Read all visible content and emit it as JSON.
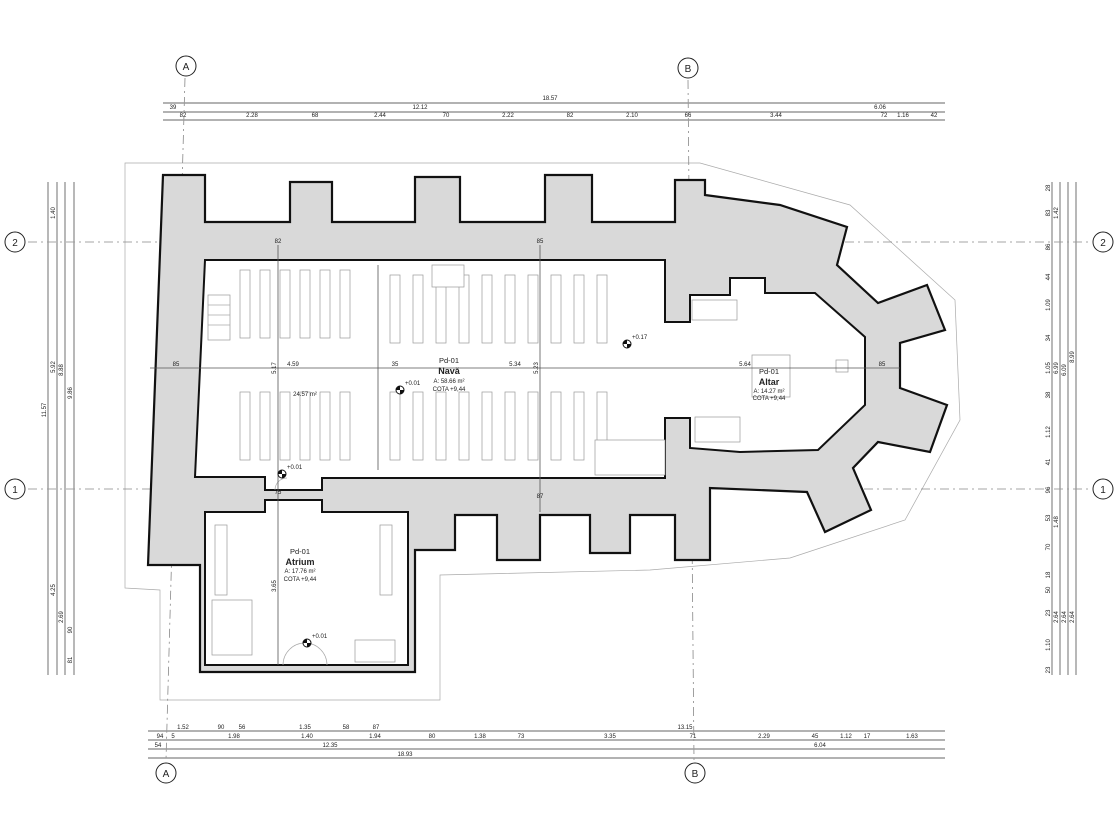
{
  "grid_axes": {
    "a_top": "A",
    "a_bottom": "A",
    "b_top": "B",
    "b_bottom": "B",
    "row2_left": "2",
    "row2_right": "2",
    "row1_left": "1",
    "row1_right": "1"
  },
  "top_dims": {
    "overall": "18.57",
    "row2": [
      "39",
      "12.12",
      "6.06"
    ],
    "row3": [
      "82",
      "2.28",
      "68",
      "2.44",
      "70",
      "2.22",
      "82",
      "2.10",
      "66",
      "3.44",
      "72",
      "1.16",
      "42"
    ]
  },
  "bottom_dims": {
    "row1": [
      "1.52",
      "90",
      "56",
      "1.35",
      "58",
      "87",
      "13.15"
    ],
    "row2": [
      "94",
      "5",
      "1.98",
      "1.40",
      "1.94",
      "80",
      "1.38",
      "73",
      "3.35",
      "71",
      "2.29",
      "45",
      "1.12",
      "17",
      "1.63"
    ],
    "row3": [
      "54",
      "12.35",
      "6.04"
    ],
    "overall": "18.93"
  },
  "left_dims": [
    "11.57",
    "1.40",
    "5.92",
    "4.25",
    "8.88",
    "2.69",
    "9.86",
    "90",
    "81"
  ],
  "right_dims": {
    "col1": [
      "28",
      "83",
      "86",
      "44",
      "1.09",
      "34",
      "1.05",
      "38",
      "1.12",
      "41",
      "96",
      "53",
      "70",
      "18",
      "50",
      "23",
      "1.10",
      "23"
    ],
    "col2": [
      "1.42",
      "6.99",
      "1.48",
      "2.64"
    ],
    "col3": [
      "6.09",
      "2.64"
    ],
    "col4": [
      "8.99",
      "2.64"
    ]
  },
  "interior_dims": [
    "85",
    "4.59",
    "35",
    "5.34",
    "5.17",
    "5.23",
    "5.64",
    "85",
    "85",
    "82",
    "87",
    "75",
    "3.65",
    "24.57 m²"
  ],
  "levels": [
    "+0.01",
    "+0.17",
    "+0.01",
    "+0.01"
  ],
  "rooms": {
    "nave": {
      "code": "Pd-01",
      "name": "Navă",
      "area": "A: 58.66 m²",
      "elevation": "COTA +9,44"
    },
    "altar": {
      "code": "Pd-01",
      "name": "Altar",
      "area": "A: 14.27 m²",
      "elevation": "COTA +9,44"
    },
    "atrium": {
      "code": "Pd-01",
      "name": "Atrium",
      "area": "A: 17.76 m²",
      "elevation": "COTA +9,44"
    }
  }
}
